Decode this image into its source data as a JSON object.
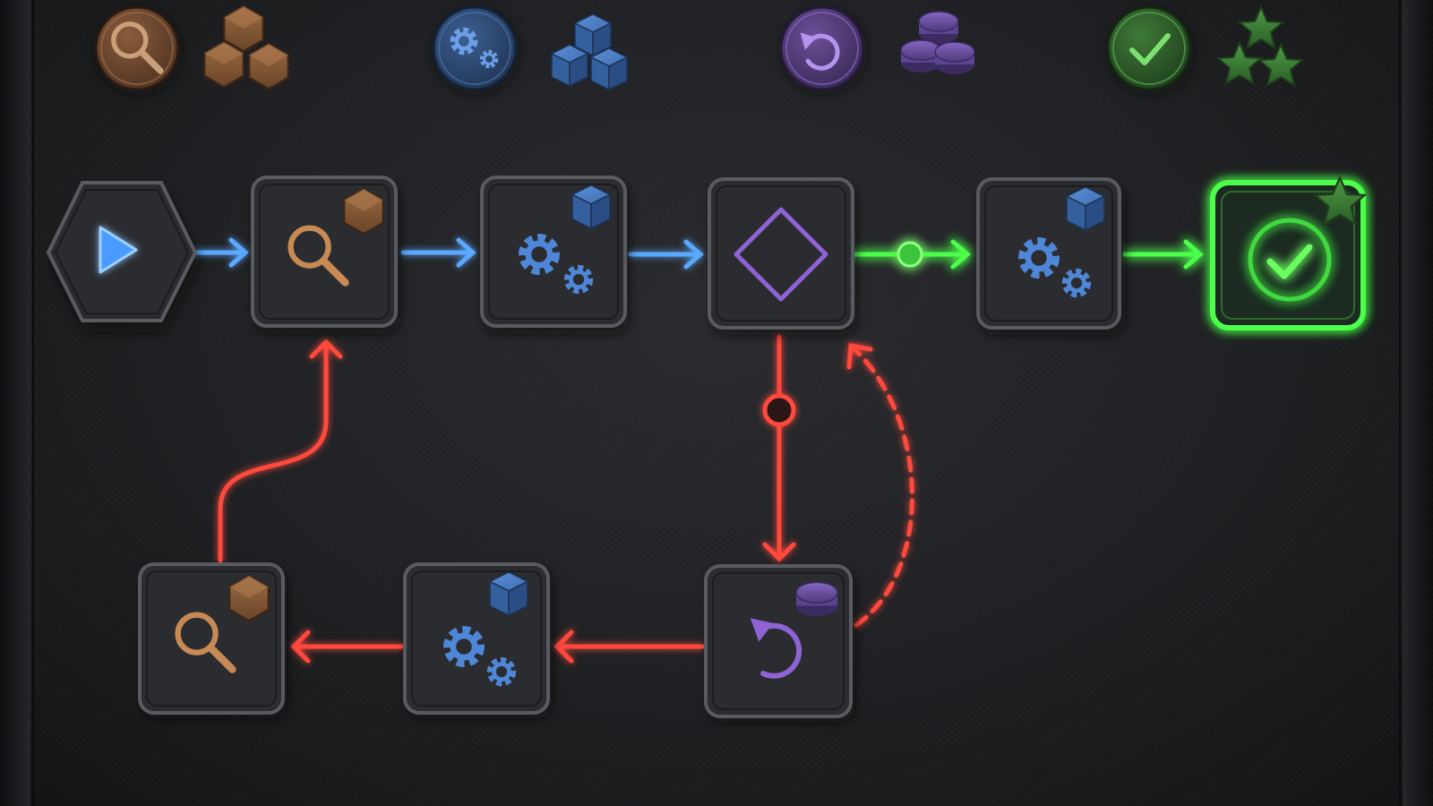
{
  "colors": {
    "background": "#222326",
    "tile": "#2b2c30",
    "tile_border": "#5a5b60",
    "flow_blue": "#5aa9ff",
    "flow_green": "#4cff4c",
    "flow_red": "#ff4a3c",
    "bronze": "#b57a4a",
    "blue": "#4a7dc9",
    "purple": "#8f6ad6",
    "green": "#4fb94a"
  },
  "legend": [
    {
      "token_icon": "magnifier-icon",
      "piece": "hexagon-pieces",
      "color": "bronze"
    },
    {
      "token_icon": "gears-icon",
      "piece": "cube-pieces",
      "color": "blue"
    },
    {
      "token_icon": "undo-icon",
      "piece": "disc-stack-pieces",
      "color": "purple"
    },
    {
      "token_icon": "check-icon",
      "piece": "star-pieces",
      "color": "green"
    }
  ],
  "nodes": [
    {
      "id": "start",
      "icon": "play-icon",
      "shape": "hexagon"
    },
    {
      "id": "search-1",
      "icon": "magnifier-icon",
      "piece": "hexagon"
    },
    {
      "id": "process-1",
      "icon": "gears-icon",
      "piece": "cube"
    },
    {
      "id": "decision",
      "icon": "diamond-icon"
    },
    {
      "id": "process-2",
      "icon": "gears-icon",
      "piece": "cube"
    },
    {
      "id": "goal",
      "icon": "check-icon",
      "piece": "star",
      "state": "highlighted"
    },
    {
      "id": "search-2",
      "icon": "magnifier-icon",
      "piece": "hexagon"
    },
    {
      "id": "process-3",
      "icon": "gears-icon",
      "piece": "cube"
    },
    {
      "id": "retry",
      "icon": "undo-icon",
      "piece": "disc"
    }
  ],
  "connections": [
    {
      "from": "start",
      "to": "search-1",
      "color": "flow_blue"
    },
    {
      "from": "search-1",
      "to": "process-1",
      "color": "flow_blue"
    },
    {
      "from": "process-1",
      "to": "decision",
      "color": "flow_blue"
    },
    {
      "from": "decision",
      "to": "process-2",
      "color": "flow_green",
      "node_marker": true
    },
    {
      "from": "process-2",
      "to": "goal",
      "color": "flow_green"
    },
    {
      "from": "decision",
      "to": "retry",
      "color": "flow_red",
      "node_marker": true
    },
    {
      "from": "retry",
      "to": "decision",
      "color": "flow_red",
      "style": "dashed"
    },
    {
      "from": "retry",
      "to": "process-3",
      "color": "flow_red"
    },
    {
      "from": "process-3",
      "to": "search-2",
      "color": "flow_red"
    },
    {
      "from": "search-2",
      "to": "search-1",
      "color": "flow_red"
    }
  ]
}
